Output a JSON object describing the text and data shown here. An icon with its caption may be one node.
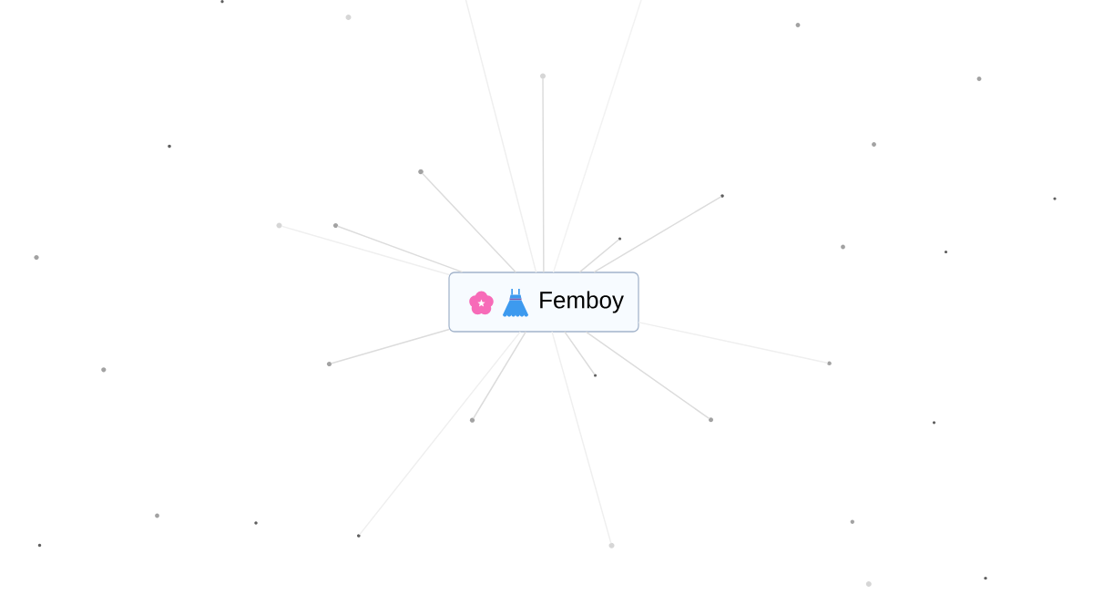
{
  "diagram": {
    "nodes": [
      {
        "text": [
          "Femboy"
        ]
      },
      {
        "text": [],
        "shape": "circle"
      },
      {
        "text": [],
        "shape": "circle"
      },
      {
        "text": [],
        "shape": "circle"
      },
      {
        "text": [],
        "shape": "circle"
      },
      {
        "text": [],
        "shape": "circle"
      },
      {
        "text": [],
        "shape": "circle"
      },
      {
        "text": [],
        "shape": "circle"
      },
      {
        "text": [],
        "shape": "circle"
      },
      {
        "text": [],
        "shape": "circle"
      },
      {
        "text": [],
        "shape": "circle"
      },
      {
        "text": [],
        "shape": "circle"
      },
      {
        "text": [],
        "shape": "circle"
      },
      {
        "text": [],
        "shape": "circle"
      },
      {
        "text": [],
        "shape": "circle"
      },
      {
        "text": [],
        "shape": "circle"
      },
      {
        "text": [],
        "shape": "circle"
      },
      {
        "text": [],
        "shape": "circle"
      },
      {
        "text": [],
        "shape": "circle"
      },
      {
        "text": [],
        "shape": "circle"
      },
      {
        "text": [],
        "shape": "circle"
      },
      {
        "text": [],
        "shape": "circle"
      },
      {
        "text": [],
        "shape": "circle"
      },
      {
        "text": [],
        "shape": "circle"
      },
      {
        "text": [],
        "shape": "circle"
      },
      {
        "text": [],
        "shape": "circle"
      },
      {
        "text": [],
        "shape": "circle"
      },
      {
        "text": [],
        "shape": "circle"
      },
      {
        "text": [],
        "shape": "circle"
      },
      {
        "text": [],
        "shape": "circle"
      },
      {
        "text": [],
        "shape": "circle"
      },
      {
        "text": [],
        "shape": "circle"
      }
    ],
    "edges": [
      {
        "from": 0,
        "to": null,
        "arrow": "none",
        "color": "#efefef"
      },
      {
        "from": 0,
        "to": 3,
        "arrow": "none"
      },
      {
        "from": 0,
        "to": null,
        "arrow": "none",
        "color": "#f2f2f2"
      },
      {
        "from": 0,
        "to": 8,
        "arrow": "none"
      },
      {
        "from": 0,
        "to": 9,
        "arrow": "none"
      },
      {
        "from": 0,
        "to": 11,
        "arrow": "none",
        "color": "#efefef"
      },
      {
        "from": 0,
        "to": 12,
        "arrow": "none"
      },
      {
        "from": 0,
        "to": 13,
        "arrow": "none"
      },
      {
        "from": 0,
        "to": 18,
        "arrow": "none",
        "color": "#efefef"
      },
      {
        "from": 0,
        "to": 20,
        "arrow": "none"
      },
      {
        "from": 0,
        "to": 22,
        "arrow": "none"
      },
      {
        "from": 0,
        "to": 29,
        "arrow": "none",
        "color": "#efefef"
      },
      {
        "from": 0,
        "to": 21,
        "arrow": "none"
      },
      {
        "from": 0,
        "to": 27,
        "arrow": "none",
        "color": "#efefef"
      },
      {
        "from": 0,
        "to": 17,
        "arrow": "none"
      }
    ]
  }
}
